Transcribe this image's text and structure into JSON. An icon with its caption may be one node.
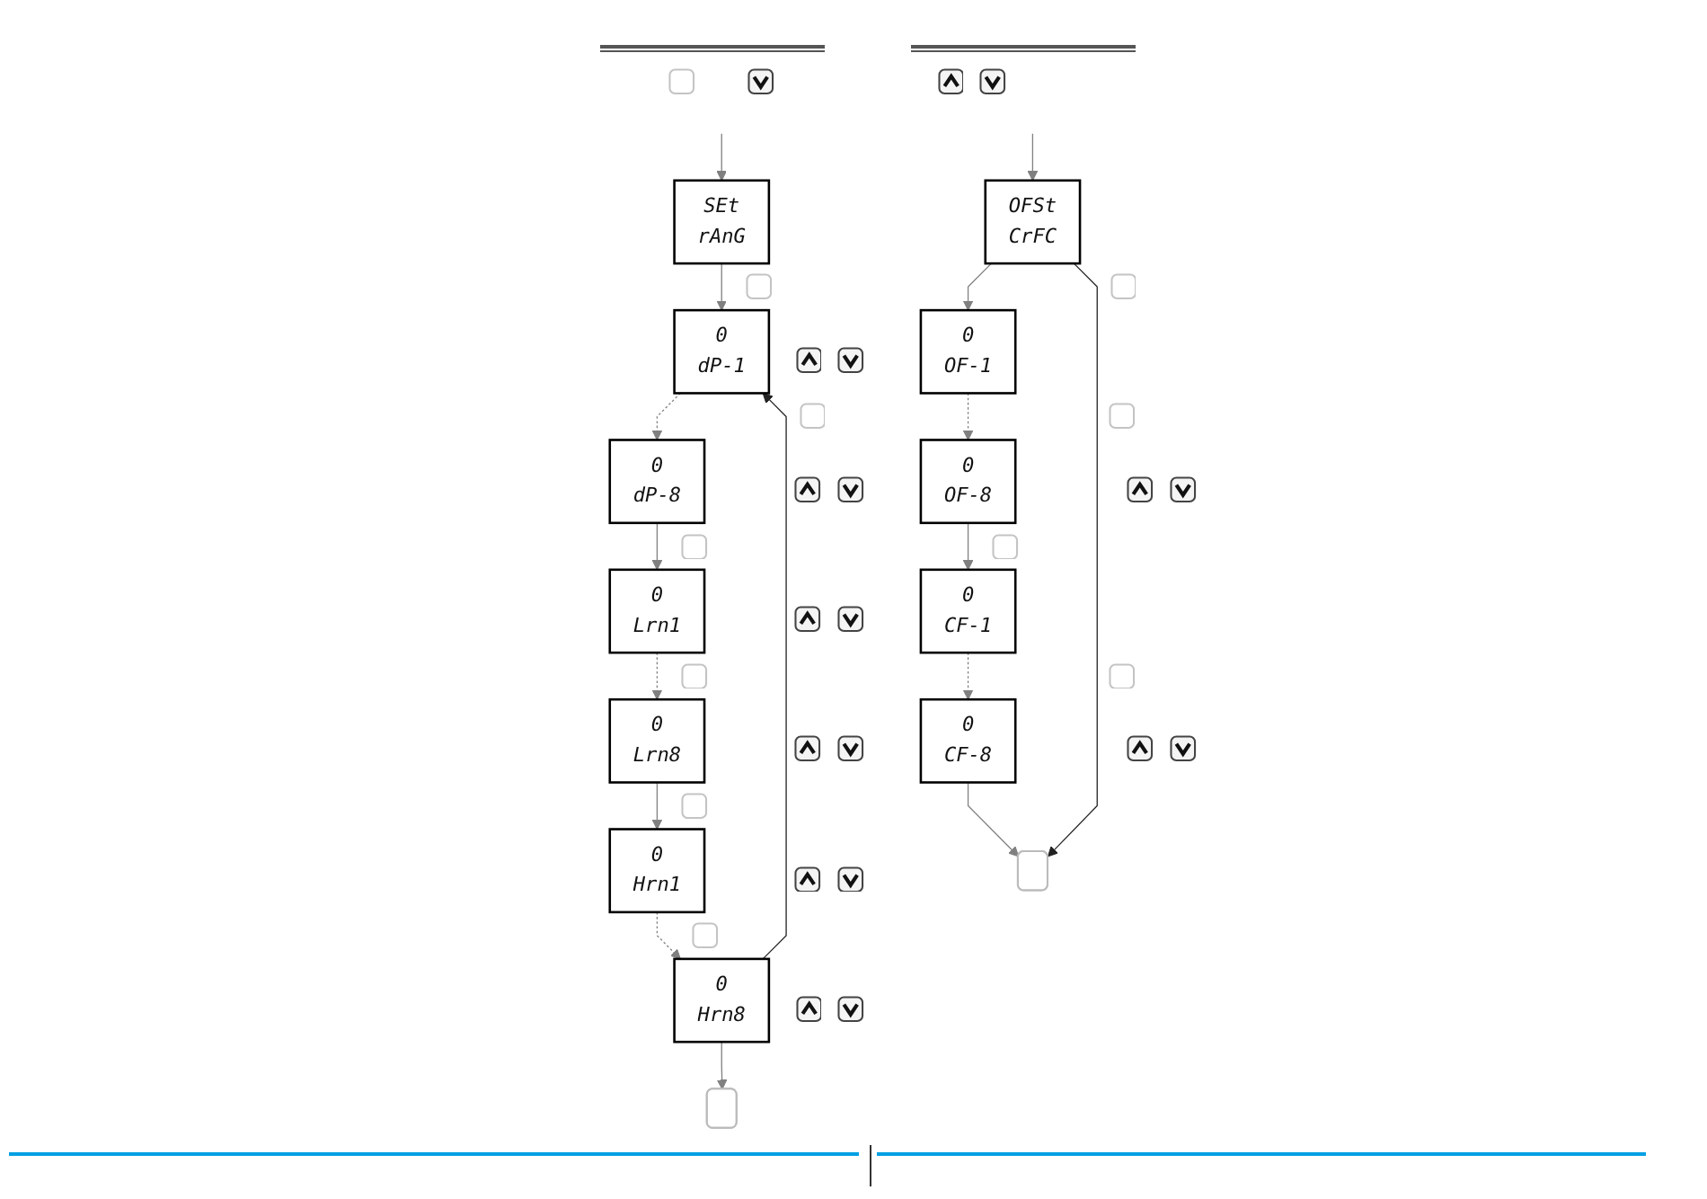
{
  "diagram": {
    "nodes": [
      {
        "text": [
          "SEt",
          "rAnG"
        ]
      },
      {
        "text": [
          "0",
          "dP-1"
        ]
      },
      {
        "text": [
          "0",
          "dP-8"
        ]
      },
      {
        "text": [
          "0",
          "Lrn1"
        ]
      },
      {
        "text": [
          "0",
          "Lrn8"
        ]
      },
      {
        "text": [
          "0",
          "Hrn1"
        ]
      },
      {
        "text": [
          "0",
          "Hrn8"
        ]
      },
      {
        "text": [],
        "shape": "box"
      },
      {
        "text": [
          "OFSt",
          "CrFC"
        ]
      },
      {
        "text": [
          "0",
          "OF-1"
        ]
      },
      {
        "text": [
          "0",
          "OF-8"
        ]
      },
      {
        "text": [
          "0",
          "CF-1"
        ]
      },
      {
        "text": [
          "0",
          "CF-8"
        ]
      },
      {
        "text": [],
        "shape": "box"
      }
    ],
    "edges": [
      {
        "from": null,
        "to": 0,
        "arrow": "to"
      },
      {
        "from": 0,
        "to": 1,
        "arrow": "to"
      },
      {
        "from": 1,
        "to": 2,
        "arrow": "to",
        "style": "dashed"
      },
      {
        "from": 2,
        "to": 3,
        "arrow": "to"
      },
      {
        "from": 3,
        "to": 4,
        "arrow": "to",
        "style": "dashed"
      },
      {
        "from": 4,
        "to": 5,
        "arrow": "to"
      },
      {
        "from": 5,
        "to": 6,
        "arrow": "to",
        "style": "dashed"
      },
      {
        "from": 6,
        "to": 7,
        "arrow": "to"
      },
      {
        "from": 6,
        "to": 1,
        "arrow": "to",
        "color": "#222222"
      },
      {
        "from": null,
        "to": 8,
        "arrow": "to"
      },
      {
        "from": 8,
        "to": 9,
        "arrow": "to"
      },
      {
        "from": 9,
        "to": 10,
        "arrow": "to",
        "style": "dashed"
      },
      {
        "from": 10,
        "to": 11,
        "arrow": "to"
      },
      {
        "from": 11,
        "to": 12,
        "arrow": "to",
        "style": "dashed"
      },
      {
        "from": 12,
        "to": 13,
        "arrow": "to"
      },
      {
        "from": 8,
        "to": 13,
        "arrow": "to",
        "color": "#222222"
      }
    ]
  }
}
